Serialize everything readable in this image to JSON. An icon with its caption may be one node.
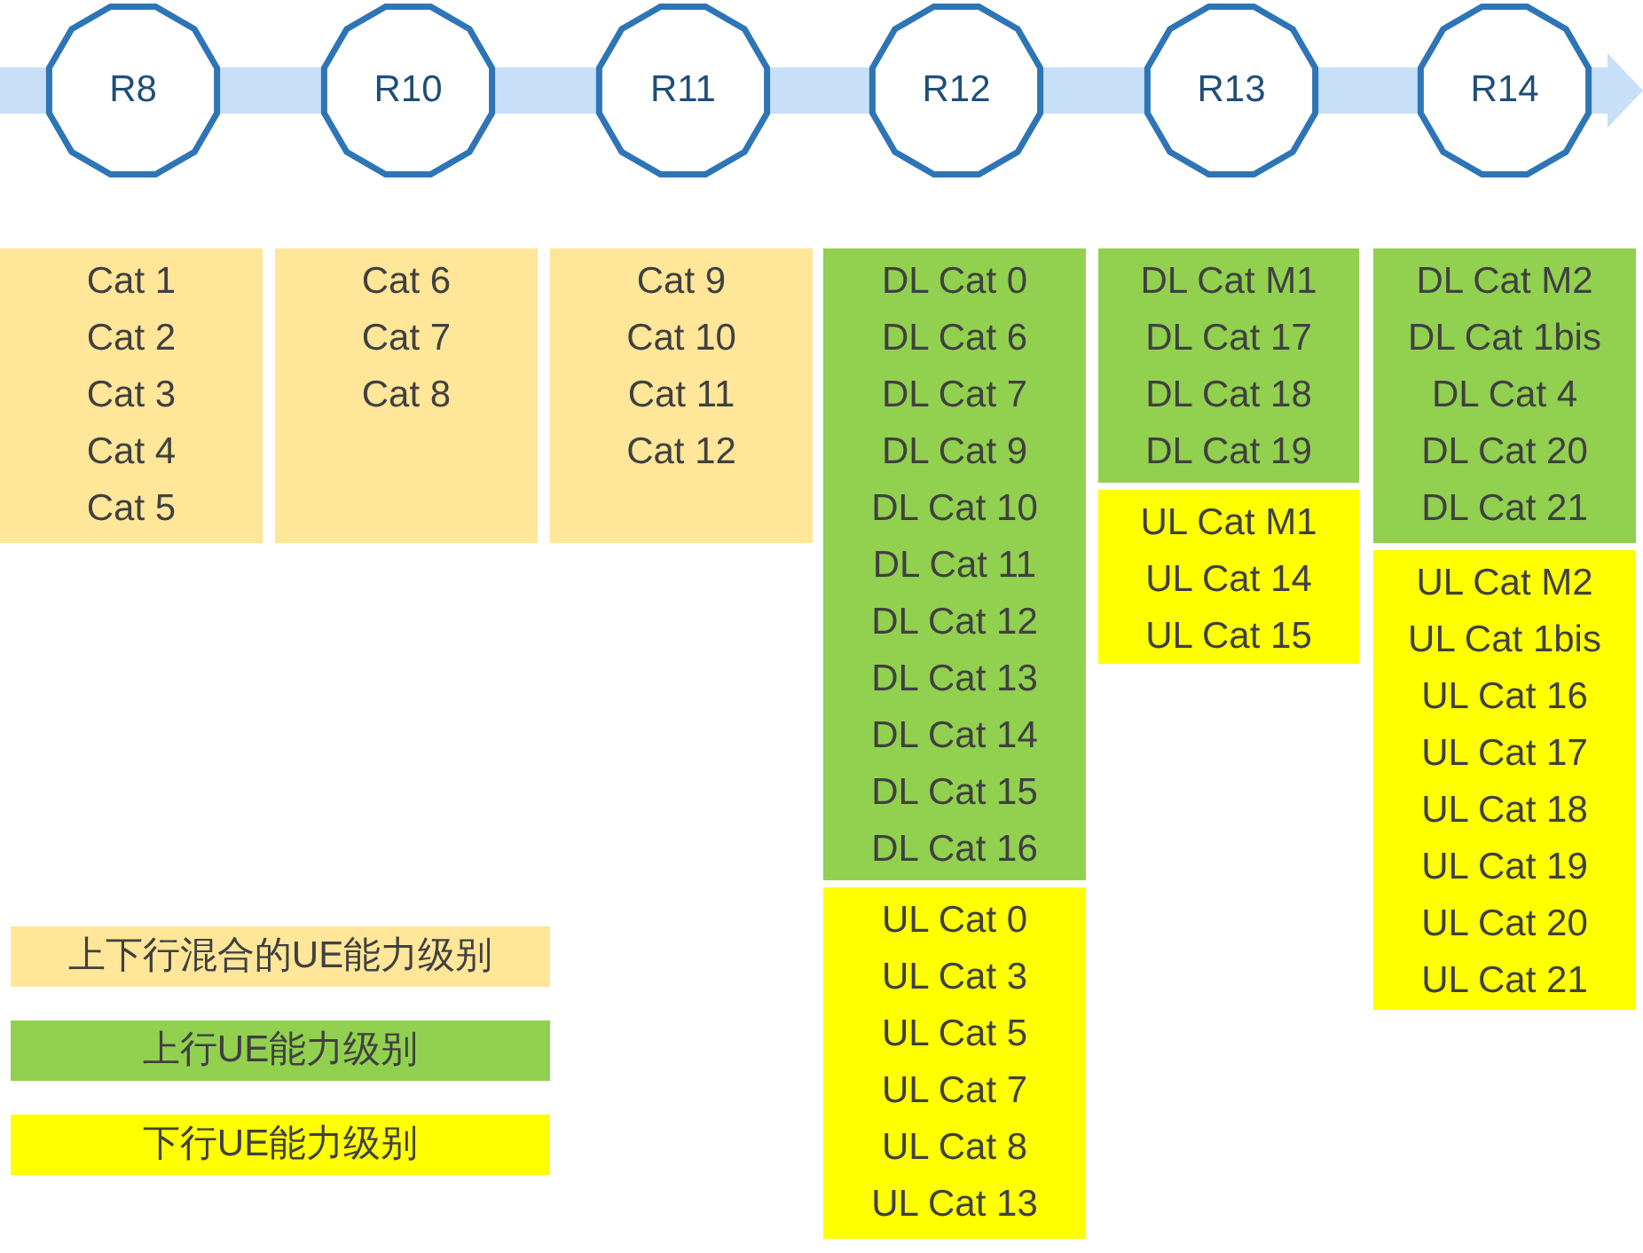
{
  "diagram": {
    "nodes": [
      {
        "text": [
          "R8"
        ]
      },
      {
        "text": [
          "R10"
        ]
      },
      {
        "text": [
          "R11"
        ]
      },
      {
        "text": [
          "R12"
        ]
      },
      {
        "text": [
          "R13"
        ]
      },
      {
        "text": [
          "R14"
        ]
      },
      {
        "text": [
          "Cat 1",
          "Cat 2",
          "Cat 3",
          "Cat 4",
          "Cat 5"
        ]
      },
      {
        "text": [
          "Cat 6",
          "Cat 7",
          "Cat 8"
        ]
      },
      {
        "text": [
          "Cat 9",
          "Cat 10",
          "Cat 11",
          "Cat 12"
        ]
      },
      {
        "text": [
          "DL Cat 0",
          "DL Cat 6",
          "DL Cat 7",
          "DL Cat 9",
          "DL Cat 10",
          "DL Cat 11",
          "DL Cat 12",
          "DL Cat 13",
          "DL Cat 14",
          "DL Cat 15",
          "DL Cat 16"
        ]
      },
      {
        "text": [
          "UL Cat 0",
          "UL Cat 3",
          "UL Cat 5",
          "UL Cat 7",
          "UL Cat 8",
          "UL Cat 13"
        ]
      },
      {
        "text": [
          "DL Cat M1",
          "DL Cat 17",
          "DL Cat 18",
          "DL Cat 19"
        ]
      },
      {
        "text": [
          "UL Cat M1",
          "UL Cat 14",
          "UL Cat 15"
        ]
      },
      {
        "text": [
          "DL Cat M2",
          "DL Cat 1bis",
          "DL Cat 4",
          "DL Cat 20",
          "DL Cat 21"
        ]
      },
      {
        "text": [
          "UL Cat M2",
          "UL Cat 1bis",
          "UL Cat 16",
          "UL Cat 17",
          "UL Cat 18",
          "UL Cat 19",
          "UL Cat 20",
          "UL Cat 21"
        ]
      }
    ],
    "legend": [
      {
        "text": "上下行混合的UE能力级别",
        "color": "#ffe699"
      },
      {
        "text": "上行UE能力级别",
        "color": "#92d050"
      },
      {
        "text": "下行UE能力级别",
        "color": "#ffff00"
      }
    ]
  }
}
